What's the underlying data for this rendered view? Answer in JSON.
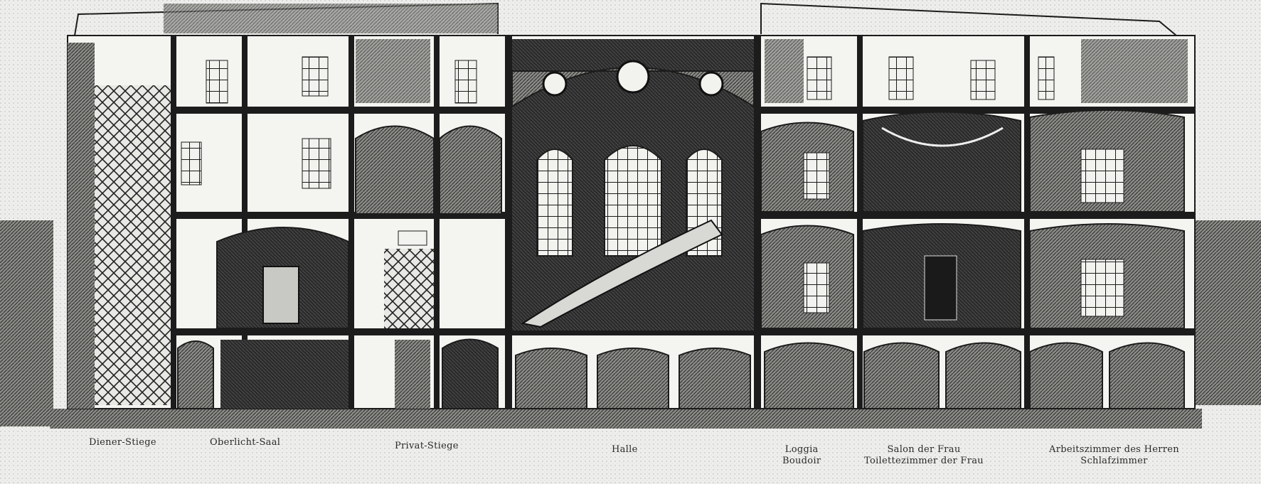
{
  "colors": {
    "paper": "#eeeeec",
    "ink": "#1c1c1c",
    "hatch": "#3a3a3a",
    "wall": "#f4f4f1",
    "dark": "#151515"
  },
  "labels": {
    "diener_stiege": "Diener-Stiege",
    "oberlicht_saal": "Oberlicht-Saal",
    "privat_stiege": "Privat-Stiege",
    "halle": "Halle",
    "loggia": "Loggia",
    "boudoir": "Boudoir",
    "salon_der_frau": "Salon der Frau",
    "toilettezimmer": "Toilettezimmer der Frau",
    "arbeitszimmer": "Arbeitszimmer des Herren",
    "schlafzimmer": "Schlafzimmer"
  }
}
